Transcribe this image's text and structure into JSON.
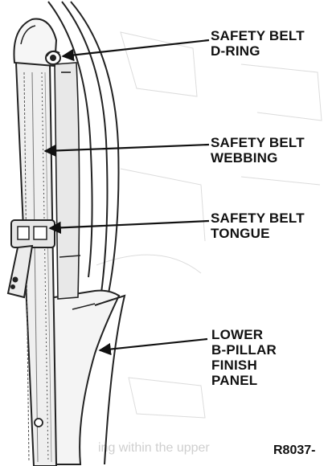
{
  "callouts": [
    {
      "lines": [
        "SAFETY BELT",
        "D-RING"
      ]
    },
    {
      "lines": [
        "SAFETY BELT",
        "WEBBING"
      ]
    },
    {
      "lines": [
        "SAFETY BELT",
        "TONGUE"
      ]
    },
    {
      "lines": [
        "LOWER",
        "B-PILLAR",
        "FINISH",
        "PANEL"
      ]
    }
  ],
  "figure_code": "R8037-",
  "background_text": "ing within the upper"
}
